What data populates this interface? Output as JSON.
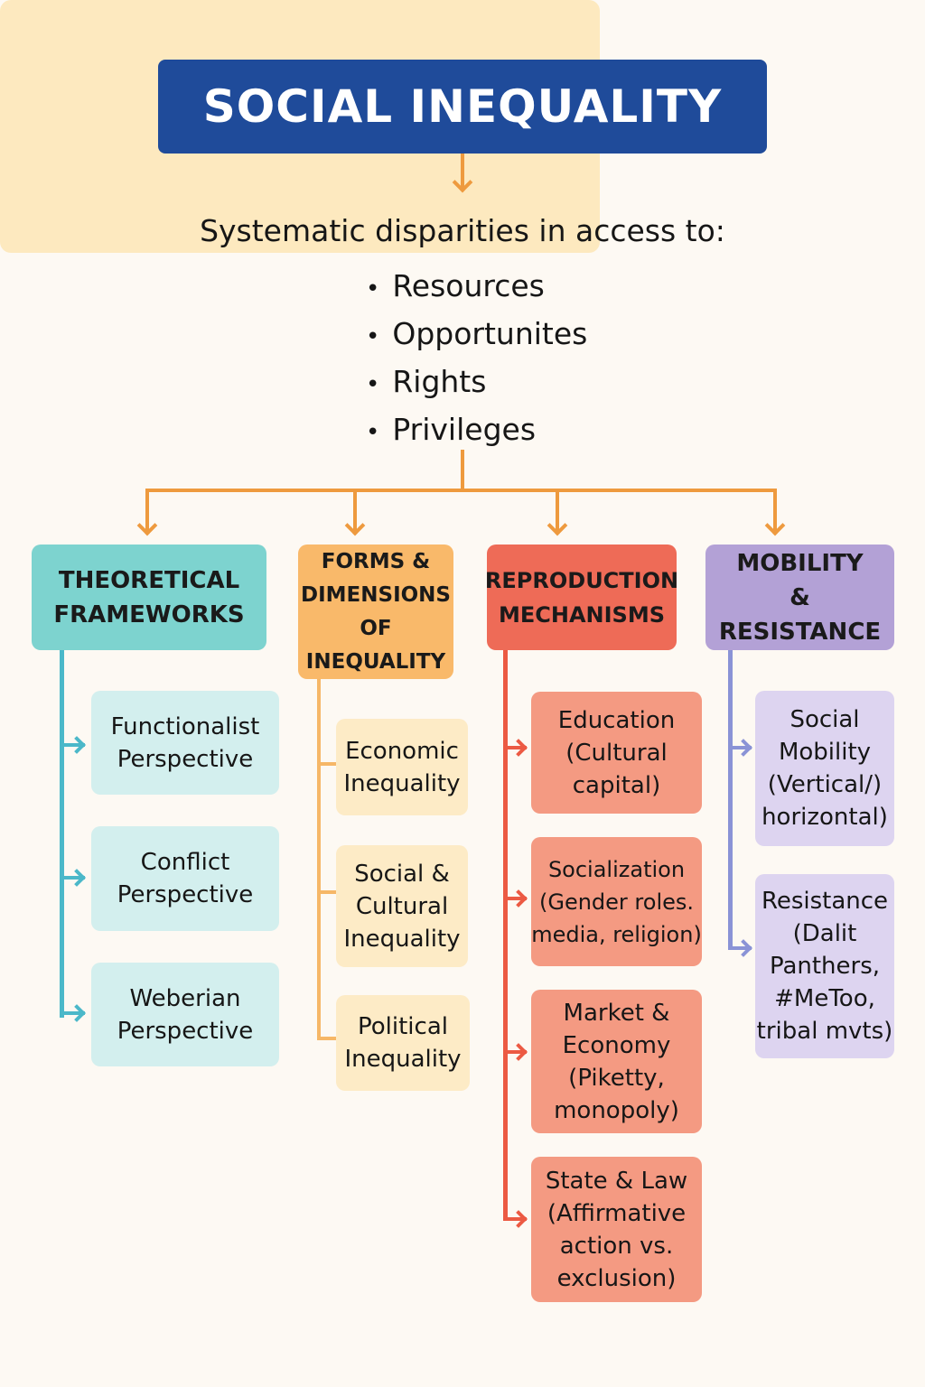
{
  "title": "SOCIAL INEQUALITY",
  "definition": {
    "heading": "Systematic disparities in access to:",
    "items": [
      "Resources",
      "Opportunites",
      "Rights",
      "Privileges"
    ]
  },
  "columns": [
    {
      "header": "THEORETICAL\nFRAMEWORKS",
      "color": "#7dd3cf",
      "children": [
        "Functionalist\nPerspective",
        "Conflict\nPerspective",
        "Weberian\nPerspective"
      ]
    },
    {
      "header": "FORMS &\nDIMENSIONS\nOF INEQUALITY",
      "color": "#f9b96a",
      "children": [
        "Economic\nInequality",
        "Social &\nCultural\nInequality",
        "Political\nInequality"
      ]
    },
    {
      "header": "REPRODUCTION\nMECHANISMS",
      "color": "#ee6b57",
      "children": [
        "Education\n(Cultural\ncapital)",
        "Socialization\n(Gender roles.\nmedia, religion)",
        "Market &\nEconomy\n(Piketty,\nmonopoly)",
        "State & Law\n(Affirmative\naction vs.\nexclusion)"
      ]
    },
    {
      "header": "MOBILITY\n& RESISTANCE",
      "color": "#b3a1d6",
      "children": [
        "Social\nMobility\n(Vertical/)\nhorizontal)",
        "Resistance\n(Dalit\nPanthers,\n#MeToo,\ntribal mvts)"
      ]
    }
  ]
}
